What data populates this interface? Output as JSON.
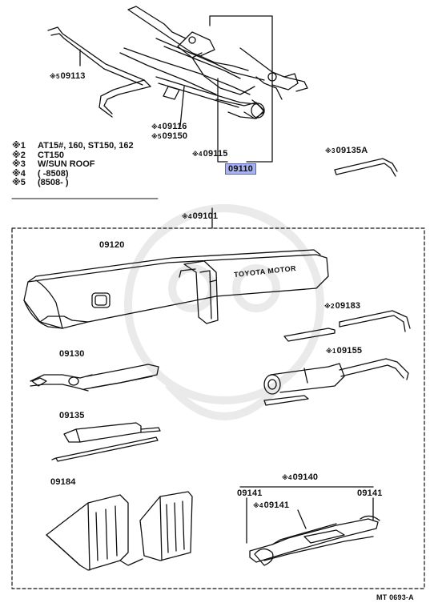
{
  "parts": {
    "p09113": "09113",
    "p09116": "09116",
    "p09150": "09150",
    "p09115": "09115",
    "p09110": "09110",
    "p09135A": "09135A",
    "p09101": "09101",
    "p09120": "09120",
    "p09183": "09183",
    "p09130": "09130",
    "p09155": "09155",
    "p09135": "09135",
    "p09184": "09184",
    "p09140": "09140",
    "p09141a": "09141",
    "p09141b": "09141",
    "p09141c": "09141"
  },
  "marks": {
    "m09113": "※5",
    "m09116": "※4",
    "m09150": "※5",
    "m09115": "※4",
    "m09135A": "※3",
    "m09101": "※4",
    "m09183": "※2",
    "m09155": "※1",
    "m09140": "※4",
    "m09141b": "※4"
  },
  "notes": [
    {
      "key": "※1",
      "text": "AT15#, 160, ST150, 162"
    },
    {
      "key": "※2",
      "text": "CT150"
    },
    {
      "key": "※3",
      "text": "W/SUN ROOF"
    },
    {
      "key": "※4",
      "text": "(      -8508)"
    },
    {
      "key": "※5",
      "text": "(8508-        )"
    }
  ],
  "bag_text": "TOYOTA MOTOR",
  "diagram_code": "MT 0693-A",
  "colors": {
    "highlight": "#a9b3ef",
    "line": "#111111"
  }
}
